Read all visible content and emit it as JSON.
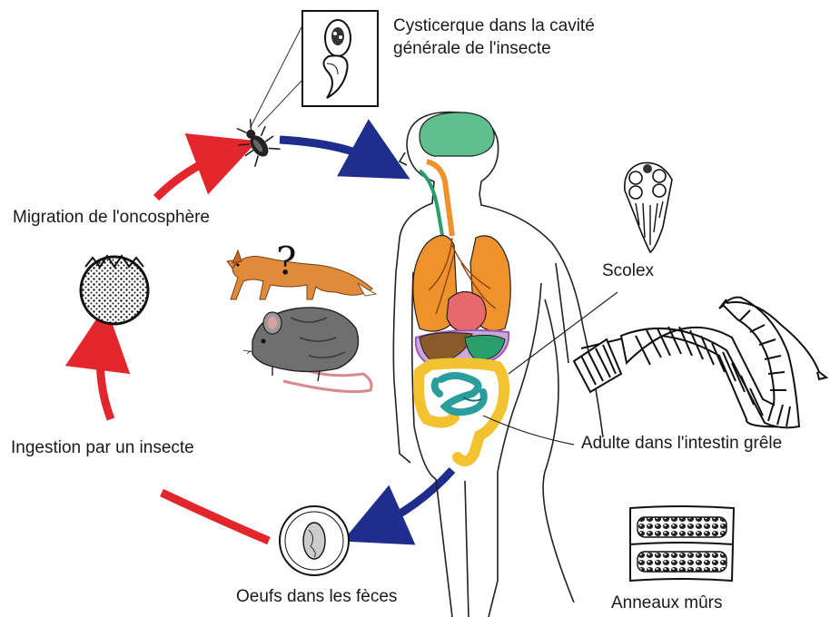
{
  "labels": {
    "cysticercus_line1": "Cysticerque dans la cavité",
    "cysticercus_line2": "générale de l'insecte",
    "migration": "Migration de l'oncosphère",
    "ingestion": "Ingestion par un insecte",
    "eggs": "Oeufs dans les fèces",
    "scolex": "Scolex",
    "adult": "Adulte dans l'intestin grêle",
    "mature_segments": "Anneaux mûrs",
    "question_mark": "?"
  },
  "arrows": {
    "red": "#e3262b",
    "blue": "#1f2d8c"
  },
  "organ_colors": {
    "brain": "#5fbf8f",
    "lungs": "#f0922b",
    "heart": "#e8686e",
    "liver": "#8b5a2b",
    "stomach": "#9b59b6",
    "small_intestine": "#2a9d9d",
    "large_intestine": "#f2c230"
  },
  "icons": [
    "insect-icon",
    "fox-icon",
    "rat-icon",
    "oncosphere-icon",
    "egg-icon",
    "scolex-icon",
    "tapeworm-icon",
    "segments-icon",
    "cysticercus-icon"
  ]
}
